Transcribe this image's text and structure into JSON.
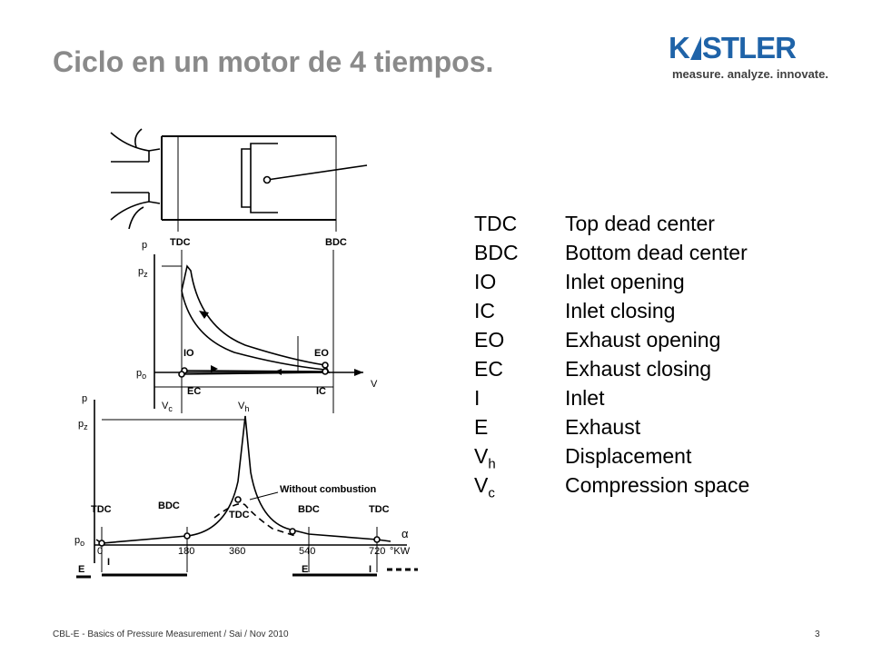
{
  "title": "Ciclo en un motor de 4 tiempos.",
  "logo": {
    "name_left": "K",
    "name_right": "STLER",
    "tagline": "measure. analyze. innovate."
  },
  "diagram": {
    "pv": {
      "p": "p",
      "pz": "p",
      "pz_sub": "z",
      "p0": "p",
      "p0_sub": "o",
      "v": "V",
      "tdc": "TDC",
      "bdc": "BDC",
      "io": "IO",
      "eo": "EO",
      "ec": "EC",
      "ic": "IC",
      "vc": "V",
      "vc_sub": "c",
      "vh": "V",
      "vh_sub": "h"
    },
    "pa": {
      "p": "p",
      "pz": "p",
      "pz_sub": "z",
      "p0": "p",
      "p0_sub": "o",
      "tdc_left": "TDC",
      "bdc_left": "BDC",
      "tdc_center": "TDC",
      "bdc_right": "BDC",
      "tdc_right": "TDC",
      "without_combustion": "Without combustion",
      "alpha": "α",
      "unit": "°KW",
      "t0": "0",
      "t180": "180",
      "t360": "360",
      "t540": "540",
      "t720": "720",
      "stroke_e1": "E",
      "stroke_i1": "I",
      "stroke_e2": "E",
      "stroke_i2": "I"
    }
  },
  "legend": [
    {
      "abbr": "TDC",
      "desc": "Top dead center"
    },
    {
      "abbr": "BDC",
      "desc": "Bottom dead center"
    },
    {
      "abbr": "IO",
      "desc": "Inlet opening"
    },
    {
      "abbr": "IC",
      "desc": "Inlet closing"
    },
    {
      "abbr": "EO",
      "desc": "Exhaust opening"
    },
    {
      "abbr": "EC",
      "desc": "Exhaust closing"
    },
    {
      "abbr": "I",
      "desc": "Inlet"
    },
    {
      "abbr": "E",
      "desc": "Exhaust"
    },
    {
      "abbr": "V",
      "sub": "h",
      "desc": "Displacement"
    },
    {
      "abbr": "V",
      "sub": "c",
      "desc": "Compression space"
    }
  ],
  "footer": {
    "text": "CBL-E - Basics of Pressure Measurement / Sai /  Nov 2010",
    "page": "3"
  },
  "colors": {
    "title": "#8a8a8a",
    "brand": "#1f63a8"
  }
}
